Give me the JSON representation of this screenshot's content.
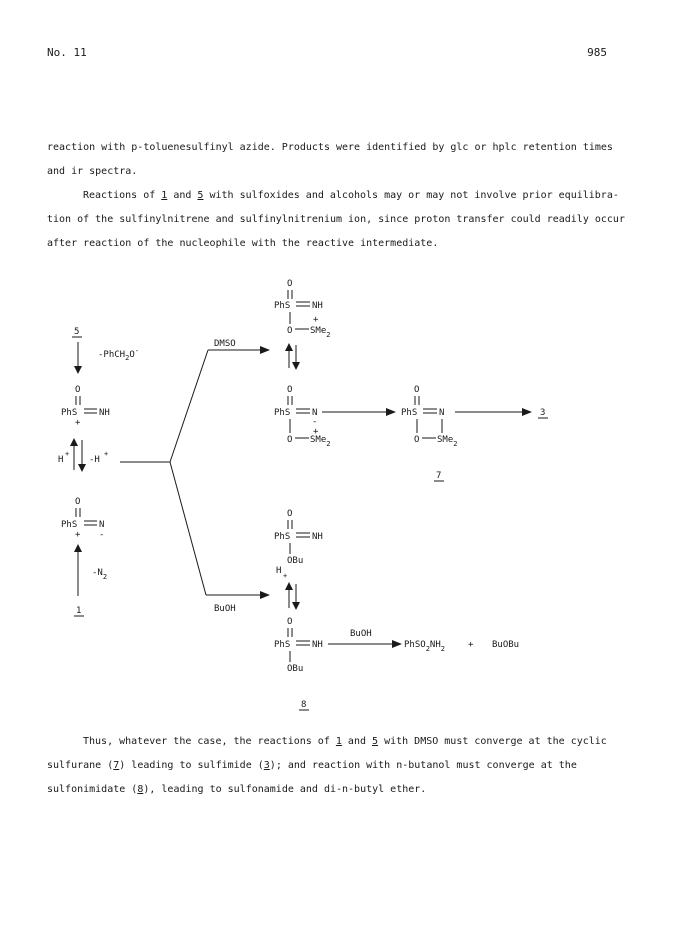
{
  "header": {
    "journal_issue": "No. 11",
    "page_number": "985"
  },
  "intro": {
    "line1": "reaction with p-toluenesulfinyl azide.  Products were identified by glc or hplc retention times",
    "line2": "and ir spectra.",
    "line3a": "Reactions of ",
    "line3_ref1": "1",
    "line3b": " and ",
    "line3_ref2": "5",
    "line3c": " with sulfoxides and alcohols may or may not involve prior equilibra-",
    "line4": "tion of the sulfinylnitrene and sulfinylnitrenium ion, since proton transfer could readily occur",
    "line5": "after reaction of the nucleophile with the reactive intermediate."
  },
  "scheme": {
    "start_compound": "5",
    "elim_benzyl": "-PhCH",
    "elim_benzyl_sub": "2",
    "elim_benzyl_tail": "O",
    "elim_benzyl_sup": "-",
    "nitrenium": "PhS",
    "nh": "NH",
    "plus": "+",
    "minus": "-",
    "h_plus": "H",
    "neg_h_plus": "-H",
    "nitrene_n": "N",
    "elim_n2": "-N",
    "elim_n2_sub": "2",
    "azide_compound": "1",
    "oxygen": "O",
    "reagent_dmso": "DMSO",
    "reagent_buoh": "BuOH",
    "sme": "SMe",
    "sme_sub": "2",
    "sulfurane_compound": "7",
    "sulfimide_compound": "3",
    "obu": "OBu",
    "sulfonimidate_compound": "8",
    "sulfonamide": "PhSO",
    "sulfonamide_sub": "2",
    "sulfonamide_tail": "NH",
    "sulfonamide_sub2": "2",
    "plus_sign": "+",
    "ether": "BuOBu"
  },
  "conclusion": {
    "line1a": "Thus, whatever the case, the reactions of ",
    "line1_ref1": "1",
    "line1b": " and ",
    "line1_ref2": "5",
    "line1c": " with DMSO must converge at the cyclic",
    "line2a": "sulfurane (",
    "line2_ref1": "7",
    "line2b": ") leading to sulfimide (",
    "line2_ref2": "3",
    "line2c": "); and reaction with n-butanol must converge at the",
    "line3a": "sulfonimidate (",
    "line3_ref": "8",
    "line3b": "), leading to sulfonamide and di-n-butyl ether."
  }
}
